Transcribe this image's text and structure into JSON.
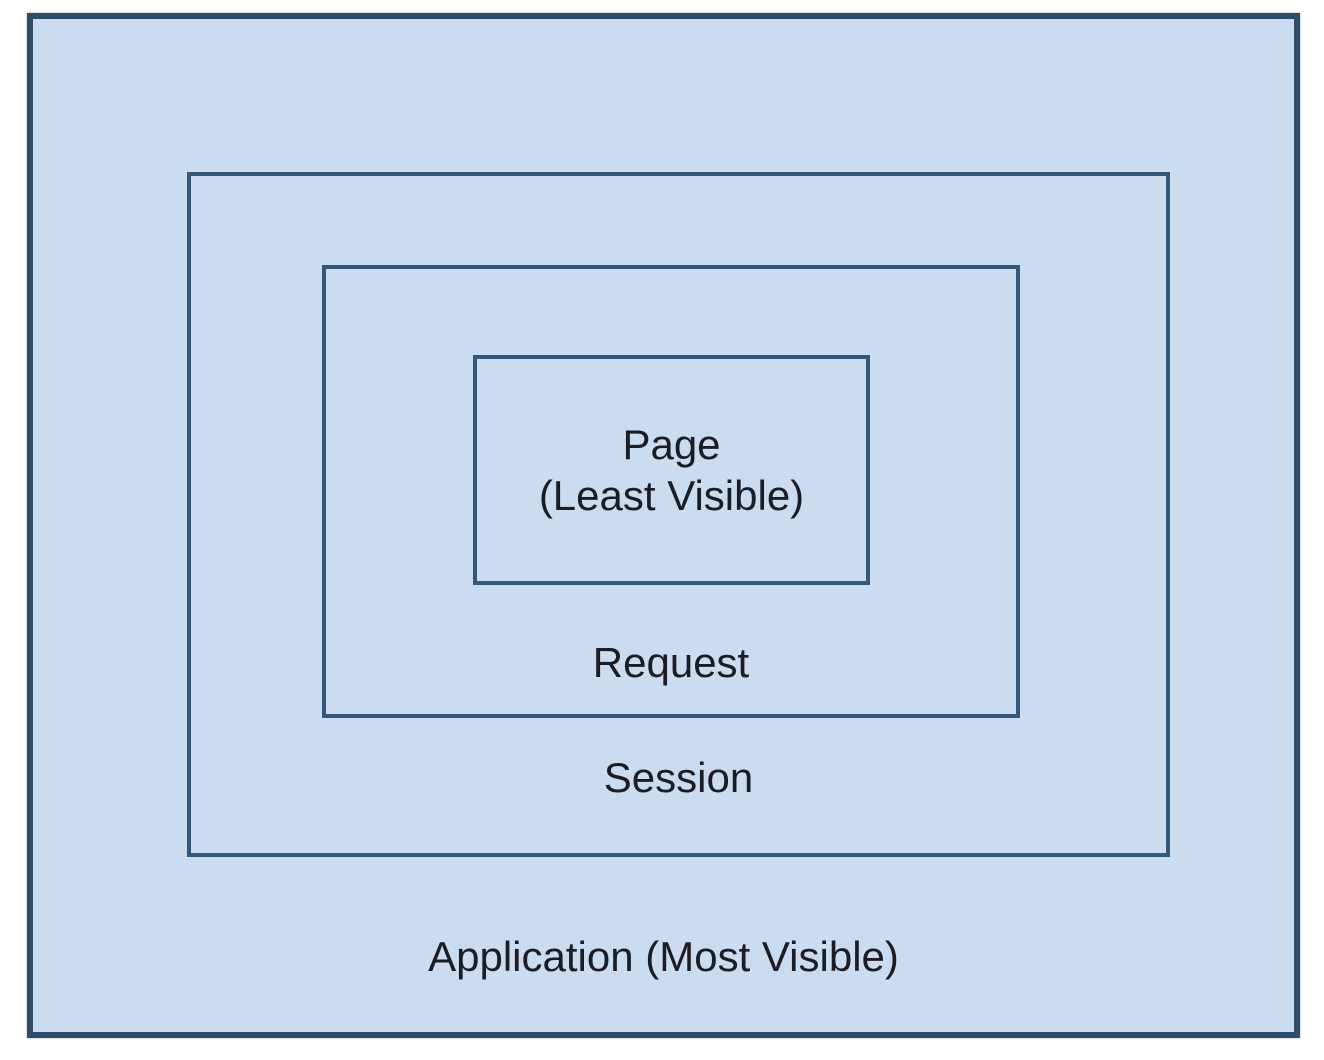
{
  "diagram": {
    "description": "Nested rectangles showing scope visibility from least visible (Page) to most visible (Application)",
    "boxes": {
      "application": {
        "label": "Application (Most Visible)"
      },
      "session": {
        "label": "Session"
      },
      "request": {
        "label": "Request"
      },
      "page": {
        "line1": "Page",
        "line2": "(Least Visible)"
      }
    },
    "colors": {
      "canvas": "#ffffff",
      "fill": "#cbdbf0",
      "border": "#33567b",
      "border_outer": "#2e4d6b",
      "text": "#1b1c24"
    }
  }
}
